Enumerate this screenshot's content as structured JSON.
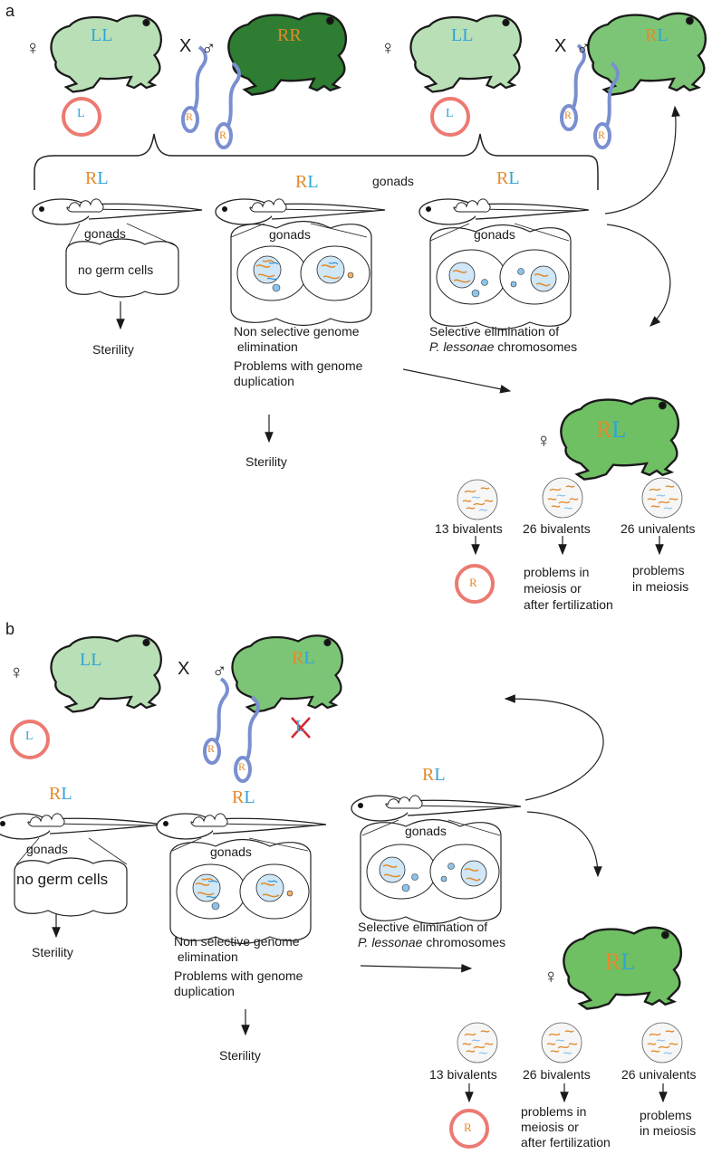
{
  "panels": [
    {
      "label": "a",
      "cross": {
        "female_symbol": "♀",
        "male_symbol": "♂",
        "times": "X"
      },
      "parents_left": {
        "female_genotype": "LL",
        "male_genotype": "RR",
        "egg": "L",
        "sperm": [
          "R",
          "R"
        ]
      },
      "parents_right": {
        "female_genotype": "LL",
        "male_genotype_r": "R",
        "male_genotype_l": "L",
        "egg": "L",
        "sperm": [
          "R",
          "R"
        ]
      },
      "offspring": [
        {
          "genotype_r": "R",
          "genotype_l": "L",
          "gonads": "gonads",
          "germ": "no germ cells",
          "outcome": "Sterility"
        },
        {
          "genotype_r": "R",
          "genotype_l": "L",
          "gonads": "gonads",
          "desc1": "Non selective genome",
          "desc2": " elimination",
          "desc3": "Problems with genome",
          "desc4": "duplication",
          "outcome": "Sterility"
        },
        {
          "genotype_r": "R",
          "genotype_l": "L",
          "gonads": "gonads",
          "desc1": "Selective elimination of",
          "desc2_italic": "P. lessonae",
          "desc2_rest": " chromosomes"
        }
      ],
      "brace_label": "gonads",
      "adult": {
        "symbol": "♀",
        "genotype_r": "R",
        "genotype_l": "L"
      },
      "meiosis": [
        {
          "label": "13 bivalents",
          "result": "R"
        },
        {
          "label": "26 bivalents",
          "result1": "problems in",
          "result2": "meiosis or",
          "result3": "after fertilization"
        },
        {
          "label": "26 univalents",
          "result1": "problems",
          "result2": "in meiosis"
        }
      ]
    },
    {
      "label": "b",
      "cross": {
        "female_symbol": "♀",
        "male_symbol": "♂",
        "times": "X"
      },
      "parents": {
        "female_genotype": "LL",
        "male_genotype_r": "R",
        "male_genotype_l": "L",
        "egg": "L",
        "sperm": [
          "R",
          "R"
        ],
        "eliminated": "L"
      },
      "offspring": [
        {
          "genotype_r": "R",
          "genotype_l": "L",
          "gonads": "gonads",
          "germ": "no germ cells",
          "outcome": "Sterility"
        },
        {
          "genotype_r": "R",
          "genotype_l": "L",
          "gonads": "gonads",
          "desc1": "Non selective genome",
          "desc2": " elimination",
          "desc3": "Problems with genome",
          "desc4": "duplication",
          "outcome": "Sterility"
        },
        {
          "genotype_r": "R",
          "genotype_l": "L",
          "gonads": "gonads",
          "desc1": "Selective elimination of",
          "desc2_italic": "P. lessonae",
          "desc2_rest": " chromosomes"
        }
      ],
      "adult": {
        "symbol": "♀",
        "genotype_r": "R",
        "genotype_l": "L"
      },
      "meiosis": [
        {
          "label": "13 bivalents",
          "result": "R"
        },
        {
          "label": "26 bivalents",
          "result1": "problems in",
          "result2": "meiosis or",
          "result3": "after fertilization"
        },
        {
          "label": "26 univalents",
          "result1": "problems",
          "result2": "in meiosis"
        }
      ]
    }
  ],
  "colors": {
    "light_frog": "#b9dfb6",
    "dark_frog": "#2e7d32",
    "mid_frog": "#7cc576",
    "adult_frog": "#6fbf63",
    "egg_ring": "#ec7a72",
    "sperm": "#7a8fd0",
    "r_text": "#e28a2b",
    "l_text": "#2fa3d8",
    "cross_out": "#d8262f"
  }
}
